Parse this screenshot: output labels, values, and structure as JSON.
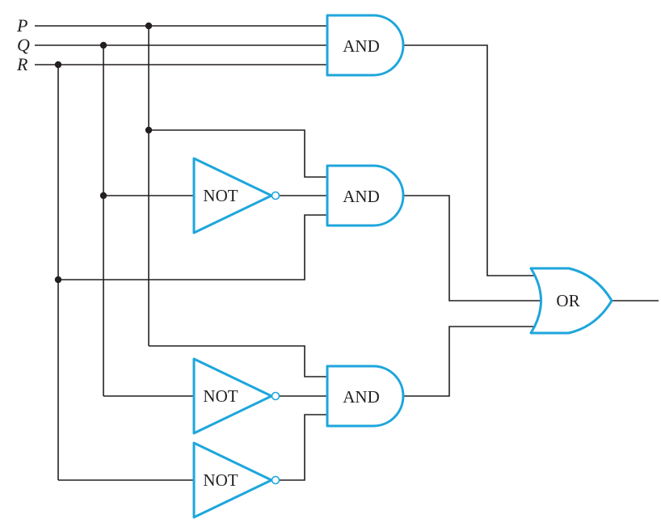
{
  "inputs": {
    "p": "P",
    "q": "Q",
    "r": "R"
  },
  "gates": {
    "and1": "AND",
    "and2": "AND",
    "and3": "AND",
    "not1": "NOT",
    "not2": "NOT",
    "not3": "NOT",
    "or1": "OR"
  },
  "colors": {
    "gate_outline": "#1ea6dc",
    "wire": "#231f20"
  }
}
